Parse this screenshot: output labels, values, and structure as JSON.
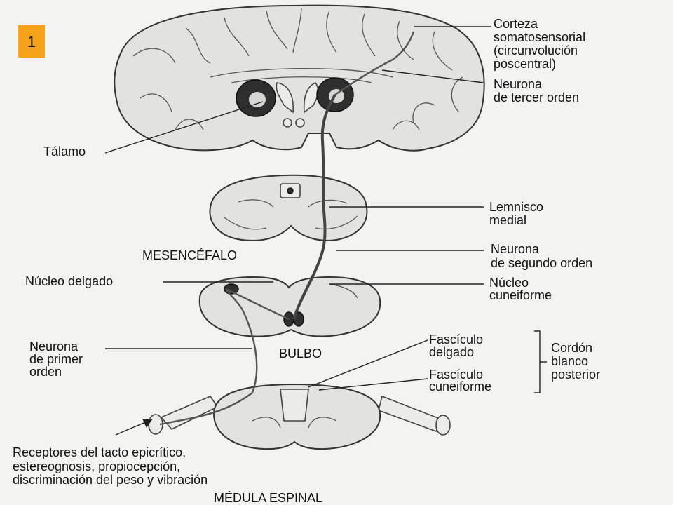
{
  "slide_number": "1",
  "labels": {
    "corteza": [
      "Corteza",
      "somatosensorial",
      "(circunvolución",
      "poscentral)"
    ],
    "neurona_tercer": [
      "Neurona",
      "de tercer orden"
    ],
    "talamo": "Tálamo",
    "lemnisco": [
      "Lemnisco",
      "medial"
    ],
    "mesencefalo": "MESENCÉFALO",
    "neurona_segundo": [
      "Neurona",
      "de segundo orden"
    ],
    "nucleo_delgado": "Núcleo delgado",
    "nucleo_cuneiforme": [
      "Núcleo",
      "cuneiforme"
    ],
    "neurona_primer": [
      "Neurona",
      "de primer",
      "orden"
    ],
    "bulbo": "BULBO",
    "fasciculo_delgado": [
      "Fascículo",
      "delgado"
    ],
    "fasciculo_cuneiforme": [
      "Fascículo",
      "cuneiforme"
    ],
    "cordon": [
      "Cordón",
      "blanco",
      "posterior"
    ],
    "receptores": [
      "Receptores del tacto epicrítico,",
      "estereognosis, propiocepción,",
      "discriminación del peso y vibración"
    ],
    "medula": "MÉDULA ESPINAL"
  },
  "colors": {
    "badge": "#f6a21b",
    "background": "#f3f3f1"
  }
}
